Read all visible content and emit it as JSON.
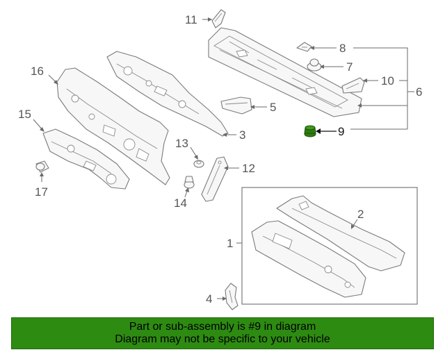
{
  "diagram": {
    "highlight_color": "#2e7d0f",
    "callouts": {
      "c1": "1",
      "c2": "2",
      "c3": "3",
      "c4": "4",
      "c5": "5",
      "c6": "6",
      "c7": "7",
      "c8": "8",
      "c9": "9",
      "c10": "10",
      "c11": "11",
      "c12": "12",
      "c13": "13",
      "c14": "14",
      "c15": "15",
      "c16": "16",
      "c17": "17"
    }
  },
  "banner": {
    "line1": "Part or sub-assembly is #9 in diagram",
    "line2": "Diagram may not be specific to your vehicle",
    "background": "#2e8b12"
  }
}
